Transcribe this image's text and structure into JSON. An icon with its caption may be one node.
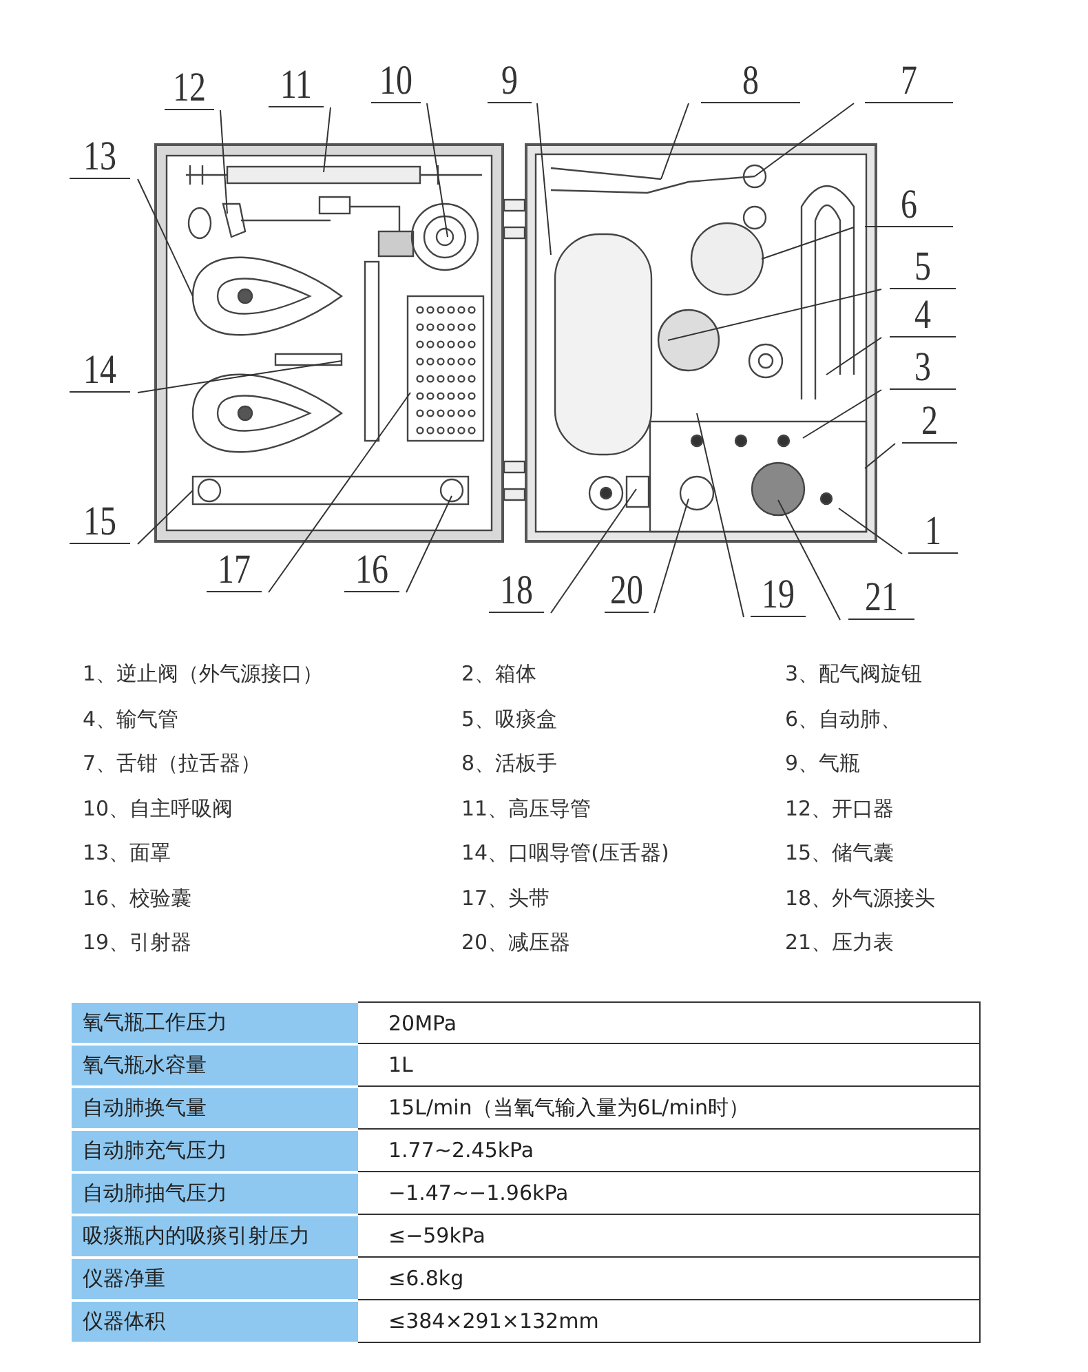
{
  "diagram": {
    "nodes": [
      {
        "text": [
          "1"
        ]
      },
      {
        "text": [
          "2"
        ]
      },
      {
        "text": [
          "3"
        ]
      },
      {
        "text": [
          "4"
        ]
      },
      {
        "text": [
          "5"
        ]
      },
      {
        "text": [
          "6"
        ]
      },
      {
        "text": [
          "7"
        ]
      },
      {
        "text": [
          "8"
        ]
      },
      {
        "text": [
          "9"
        ]
      },
      {
        "text": [
          "10"
        ]
      },
      {
        "text": [
          "11"
        ]
      },
      {
        "text": [
          "12"
        ]
      },
      {
        "text": [
          "13"
        ]
      },
      {
        "text": [
          "14"
        ]
      },
      {
        "text": [
          "15"
        ]
      },
      {
        "text": [
          "16"
        ]
      },
      {
        "text": [
          "17"
        ]
      },
      {
        "text": [
          "18"
        ]
      },
      {
        "text": [
          "19"
        ]
      },
      {
        "text": [
          "20"
        ]
      },
      {
        "text": [
          "21"
        ]
      }
    ],
    "edges": [
      {
        "from": 0,
        "to": null,
        "arrow": "none"
      },
      {
        "from": 1,
        "to": null,
        "arrow": "none"
      },
      {
        "from": 2,
        "to": null,
        "arrow": "none"
      },
      {
        "from": 3,
        "to": null,
        "arrow": "none"
      },
      {
        "from": 4,
        "to": null,
        "arrow": "none"
      },
      {
        "from": 5,
        "to": null,
        "arrow": "none"
      },
      {
        "from": 6,
        "to": null,
        "arrow": "none"
      },
      {
        "from": 7,
        "to": null,
        "arrow": "none"
      },
      {
        "from": 8,
        "to": null,
        "arrow": "none"
      },
      {
        "from": 9,
        "to": null,
        "arrow": "none"
      },
      {
        "from": 10,
        "to": null,
        "arrow": "none"
      },
      {
        "from": 11,
        "to": null,
        "arrow": "none"
      },
      {
        "from": 12,
        "to": null,
        "arrow": "none"
      },
      {
        "from": 13,
        "to": null,
        "arrow": "none"
      },
      {
        "from": 14,
        "to": null,
        "arrow": "none"
      },
      {
        "from": 15,
        "to": null,
        "arrow": "none"
      },
      {
        "from": 16,
        "to": null,
        "arrow": "none"
      },
      {
        "from": 17,
        "to": null,
        "arrow": "none"
      },
      {
        "from": 18,
        "to": null,
        "arrow": "none"
      },
      {
        "from": 19,
        "to": null,
        "arrow": "none"
      },
      {
        "from": 20,
        "to": null,
        "arrow": "none"
      }
    ],
    "labels": [
      "1、逆止阀（外气源接口）",
      "2、箱体",
      "3、配气阀旋钮",
      "4、输气管",
      "5、吸痰盒",
      "6、自动肺、",
      "7、舌钳（拉舌器）",
      "8、活板手",
      "9、气瓶",
      "10、自主呼吸阀",
      "11、高压导管",
      "12、开口器",
      "13、面罩",
      "14、口咽导管(压舌器)",
      "15、储气囊",
      "16、校验囊",
      "17、头带",
      "18、外气源接头",
      "19、引射器",
      "20、减压器",
      "21、压力表",
      "氧气瓶工作压力",
      "20MPa",
      "氧气瓶水容量",
      "1L",
      "自动肺换气量",
      "15L/min（当氧气输入量为6L/min时）",
      "自动肺充气压力",
      "1.77~2.45kPa",
      "自动肺抽气压力",
      "−1.47~−1.96kPa",
      "吸痰瓶内的吸痰引射压力",
      "≤−59kPa",
      "仪器净重",
      "≤6.8kg",
      "仪器体积",
      "≤384×291×132mm"
    ]
  }
}
